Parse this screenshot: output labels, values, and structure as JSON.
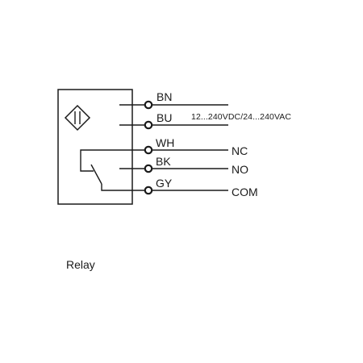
{
  "diagram": {
    "terminals": [
      {
        "wire_code": "BN",
        "signal": ""
      },
      {
        "wire_code": "BU",
        "signal": ""
      },
      {
        "wire_code": "WH",
        "signal": "NC"
      },
      {
        "wire_code": "BK",
        "signal": "NO"
      },
      {
        "wire_code": "GY",
        "signal": "COM"
      }
    ],
    "supply_label": "12...240VDC/24...240VAC",
    "sensor_symbol_icon": "inductive-sensor-diamond-icon",
    "relay_contact_icon": "changeover-contact-icon"
  },
  "caption": "Relay"
}
